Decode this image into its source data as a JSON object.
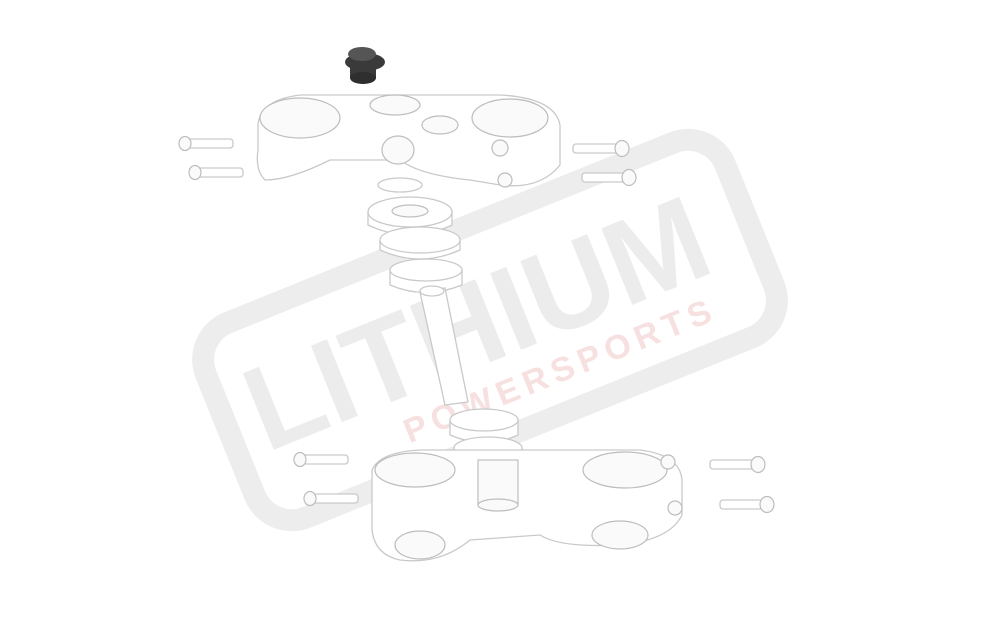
{
  "watermark": {
    "brand": "LITHIUM",
    "subtitle": "POWERSPORTS",
    "brand_color": "#e6e6e6",
    "subtitle_color": "#f6dcdc"
  },
  "colors": {
    "line": "#c9c9c9",
    "highlighted_part": "#3a3a3a"
  },
  "highlighted_part": "top-nut"
}
